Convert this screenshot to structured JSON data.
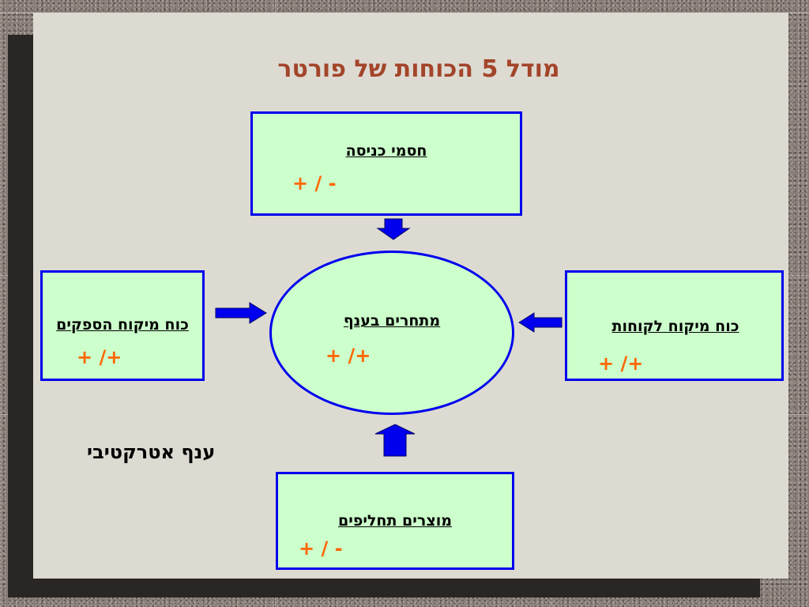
{
  "title": "מודל 5 הכוחות של פורטר",
  "nodes": {
    "entry": {
      "label": "חסמי  כניסה",
      "sign": "+ / -"
    },
    "rivalry": {
      "label": "מתחרים בענף",
      "sign": "+ /+"
    },
    "suppliers": {
      "label": "כוח מיקוח הספקים",
      "sign": "+ /+"
    },
    "customers": {
      "label": "כוח מיקוח לקוחות",
      "sign": "+ /+"
    },
    "substitutes": {
      "label": "מוצרים תחליפים",
      "sign": "+ / -"
    }
  },
  "note": "ענף אטרקטיבי",
  "colors": {
    "box_fill": "#ccffcc",
    "box_border": "#0000ee",
    "title": "#a3452a",
    "sign": "#ff6600",
    "slide": "#dddad2"
  }
}
